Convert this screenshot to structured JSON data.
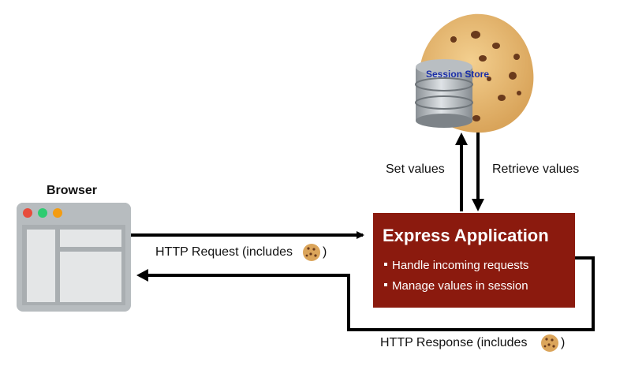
{
  "browser": {
    "title": "Browser"
  },
  "session_store": {
    "label": "Session Store"
  },
  "arrows": {
    "set_values": "Set values",
    "retrieve_values": "Retrieve values",
    "http_request": "HTTP Request (includes",
    "http_response": "HTTP Response (includes",
    "close_paren": ")"
  },
  "express": {
    "title": "Express Application",
    "items": [
      "Handle incoming requests",
      "Manage values in session"
    ]
  },
  "colors": {
    "express_box": "#8b1a0e",
    "browser_dot_red": "#e74c3c",
    "browser_dot_green": "#2ecc71",
    "browser_dot_orange": "#f39c12",
    "cookie": "#e7b56f",
    "session_label": "#1a2ea8"
  }
}
